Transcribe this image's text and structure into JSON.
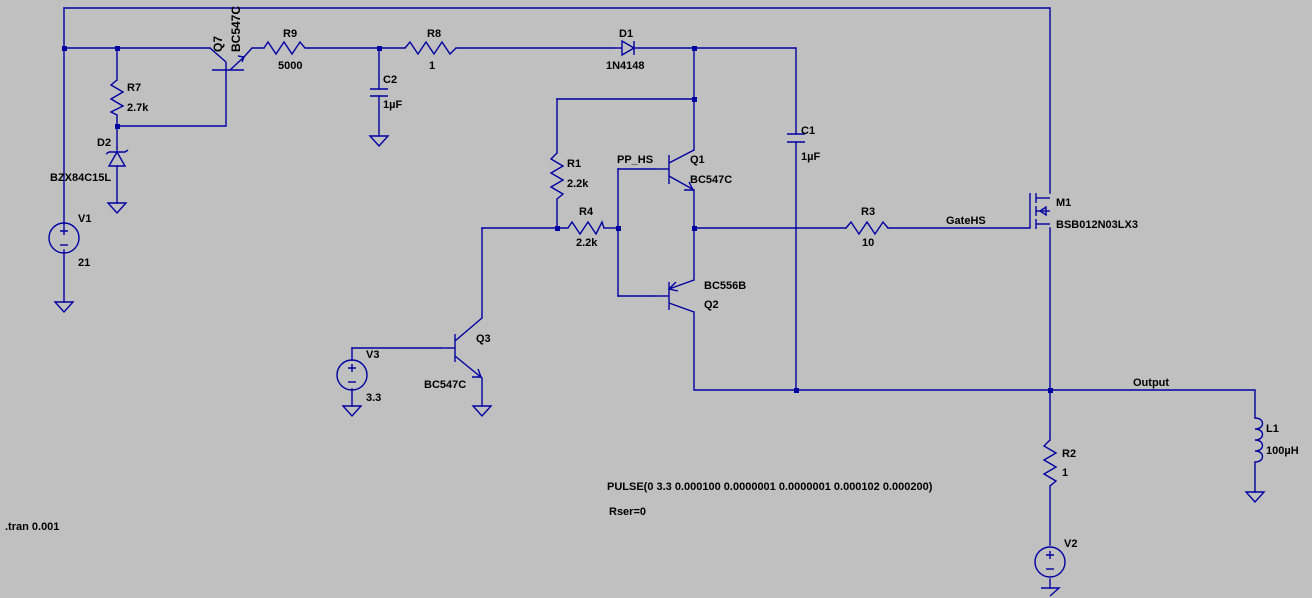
{
  "components": {
    "q7": {
      "ref": "Q7",
      "model": "BC547C"
    },
    "r9": {
      "ref": "R9",
      "value": "5000"
    },
    "r8": {
      "ref": "R8",
      "value": "1"
    },
    "d1": {
      "ref": "D1",
      "model": "1N4148"
    },
    "r7": {
      "ref": "R7",
      "value": "2.7k"
    },
    "d2": {
      "ref": "D2",
      "model": "BZX84C15L"
    },
    "c2": {
      "ref": "C2",
      "value": "1µF"
    },
    "c1": {
      "ref": "C1",
      "value": "1µF"
    },
    "r1": {
      "ref": "R1",
      "value": "2.2k"
    },
    "r4": {
      "ref": "R4",
      "value": "2.2k"
    },
    "q1": {
      "ref": "Q1",
      "model": "BC547C"
    },
    "q2": {
      "ref": "Q2",
      "model": "BC556B"
    },
    "q3": {
      "ref": "Q3",
      "model": "BC547C"
    },
    "r3": {
      "ref": "R3",
      "value": "10"
    },
    "m1": {
      "ref": "M1",
      "model": "BSB012N03LX3"
    },
    "v1": {
      "ref": "V1",
      "value": "21"
    },
    "v3": {
      "ref": "V3",
      "value": "3.3"
    },
    "r2": {
      "ref": "R2",
      "value": "1"
    },
    "v2": {
      "ref": "V2"
    },
    "l1": {
      "ref": "L1",
      "value": "100µH"
    }
  },
  "nets": {
    "pp_hs": "PP_HS",
    "gate_hs": "GateHS",
    "output": "Output"
  },
  "directives": {
    "pulse": "PULSE(0 3.3 0.000100 0.0000001 0.0000001 0.000102 0.000200)",
    "rser": "Rser=0",
    "tran": ".tran 0.001"
  }
}
